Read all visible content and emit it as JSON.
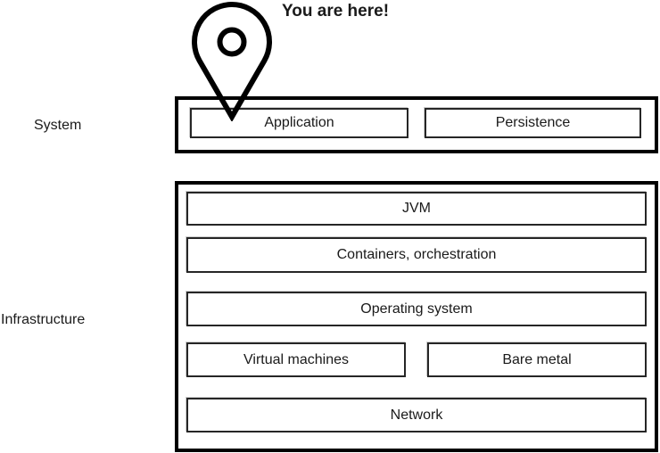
{
  "annotation": {
    "label": "You are here!",
    "icon": "map-pin"
  },
  "layers": {
    "system": {
      "label": "System",
      "boxes": {
        "application": "Application",
        "persistence": "Persistence"
      }
    },
    "infrastructure": {
      "label": "Infrastructure",
      "boxes": {
        "jvm": "JVM",
        "containers": "Containers, orchestration",
        "operating_system": "Operating system",
        "virtual_machines": "Virtual machines",
        "bare_metal": "Bare metal",
        "network": "Network"
      }
    }
  },
  "colors": {
    "background": "#ffffff",
    "outer_border": "#000000",
    "inner_border": "#262626",
    "text": "#1a1a1a"
  }
}
